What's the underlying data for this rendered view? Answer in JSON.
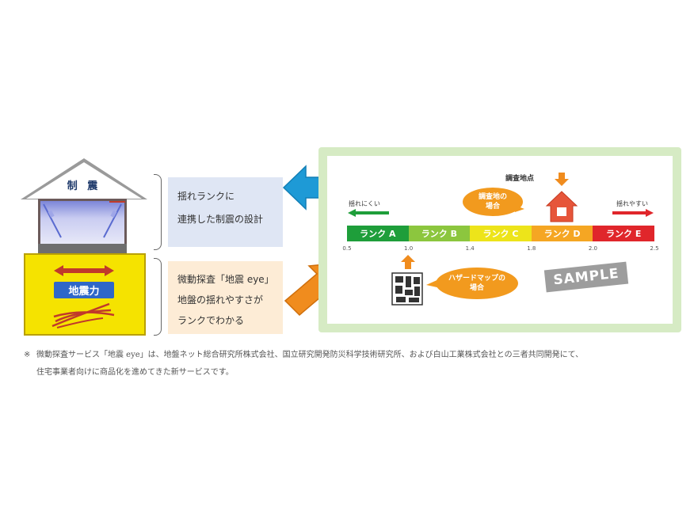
{
  "house": {
    "roof_label": "制 震",
    "ground_label": "地震力"
  },
  "info_top": {
    "line1": "揺れランクに",
    "line2": "連携した制震の設計"
  },
  "info_bottom": {
    "line1": "微動探査「地震 eye」",
    "line2": "地盤の揺れやすさが",
    "line3": "ランクでわかる"
  },
  "panel": {
    "left_end_label": "揺れにくい",
    "right_end_label": "揺れやすい",
    "survey_point_label": "調査地点",
    "survey_bubble": {
      "line1": "調査地の",
      "line2": "場合"
    },
    "hazard_bubble": {
      "line1": "ハザードマップの",
      "line2": "場合"
    },
    "sample_label": "SAMPLE",
    "ranks": [
      {
        "label": "ランク A",
        "color": "#1e9e3a"
      },
      {
        "label": "ランク B",
        "color": "#8cc63e"
      },
      {
        "label": "ランク C",
        "color": "#ede41a"
      },
      {
        "label": "ランク D",
        "color": "#f5a623"
      },
      {
        "label": "ランク E",
        "color": "#e0262b"
      }
    ],
    "ticks": [
      "0.5",
      "1.0",
      "1.4",
      "1.8",
      "2.0",
      "2.5"
    ]
  },
  "colors": {
    "blue_arrow": "#1e9ad6",
    "orange_arrow": "#f08c1e",
    "panel_border": "#d6ebc4",
    "ground": "#f5e300"
  },
  "footnote": {
    "mark": "※",
    "line1": "微動探査サービス「地震 eye」は、地盤ネット総合研究所株式会社、国立研究開発防災科学技術研究所、および白山工業株式会社との三者共同開発にて、",
    "line2": "住宅事業者向けに商品化を進めてきた新サービスです。"
  }
}
